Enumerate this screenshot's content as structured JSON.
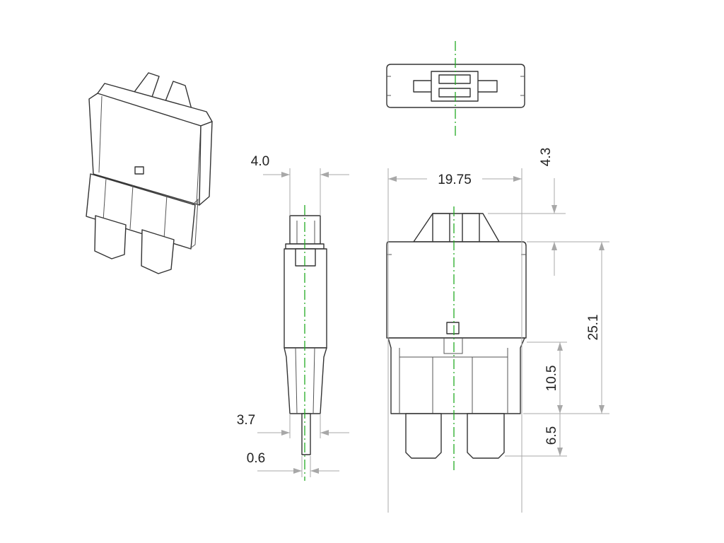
{
  "colors": {
    "outline": "#333333",
    "dimension_line": "#a8a8a8",
    "center_line": "#22aa22",
    "text": "#222222",
    "background": "#ffffff"
  },
  "dimensions": {
    "side_width": "4.0",
    "top_width": "19.75",
    "terminal_height": "4.3",
    "body_height": "25.1",
    "housing_height": "10.5",
    "blade_height": "6.5",
    "blade_width": "3.7",
    "blade_thickness": "0.6"
  }
}
